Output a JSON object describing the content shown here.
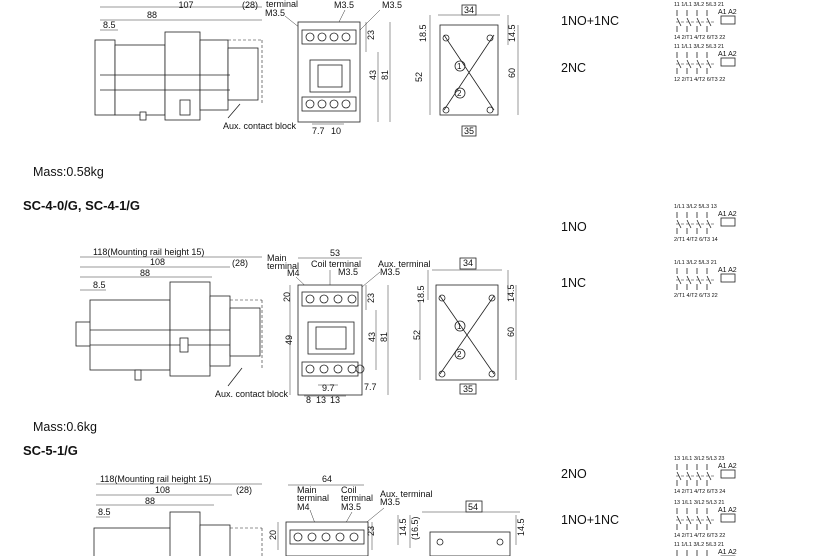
{
  "sections": [
    {
      "heading": "",
      "mass": "Mass:0.58kg",
      "side_dims": {
        "a": "107",
        "b": "88",
        "c": "8.5",
        "d": "(28)"
      },
      "front_labels": {
        "main": "terminal",
        "coil": "M3.5",
        "aux": "M3.5",
        "sub": "M3.5"
      },
      "front_dims": {
        "h1": "23",
        "h2": "43",
        "h3": "81",
        "w1": "7.7",
        "w2": "10"
      },
      "aux_block": "Aux. contact block",
      "mount_dims": {
        "w": "34",
        "h1": "18.5",
        "h2": "14.5",
        "h3": "52",
        "h4": "60",
        "w2": "35"
      },
      "circuits": [
        {
          "label": "1NO+1NC",
          "terminals_top": "11 1/L1 3/L2 5/L3 21",
          "coil": "A1 A2",
          "terminals_bot": "14 2/T1 4/T2 6/T3 22"
        },
        {
          "label": "2NC",
          "terminals_top": "11 1/L1 3/L2 5/L3 21",
          "coil": "A1 A2",
          "terminals_bot": "12 2/T1 4/T2 6/T3 22"
        }
      ]
    },
    {
      "heading": "SC-4-0/G, SC-4-1/G",
      "mass": "Mass:0.6kg",
      "side_dims": {
        "a": "118(Mounting rail height 15)",
        "b": "108",
        "c": "88",
        "d": "8.5",
        "e": "(28)"
      },
      "front_labels": {
        "main1": "Main",
        "main2": "terminal",
        "main3": "M4",
        "coil1": "Coil terminal",
        "coil2": "M3.5",
        "aux1": "Aux. terminal",
        "aux2": "M3.5"
      },
      "front_dims": {
        "top": "53",
        "h20": "20",
        "h23": "23",
        "h49": "49",
        "h43": "43",
        "h81": "81",
        "w97": "9.7",
        "w77": "7.7",
        "w8": "8",
        "w13a": "13",
        "w13b": "13"
      },
      "aux_block": "Aux. contact block",
      "mount_dims": {
        "w": "34",
        "h1": "18.5",
        "h2": "14.5",
        "h3": "52",
        "h4": "60",
        "w2": "35"
      },
      "circuits": [
        {
          "label": "1NO",
          "terminals_top": "1/L1 3/L2 5/L3 13",
          "coil": "A1 A2",
          "terminals_bot": "2/T1 4/T2 6/T3 14"
        },
        {
          "label": "1NC",
          "terminals_top": "1/L1 3/L2 5/L3 21",
          "coil": "A1 A2",
          "terminals_bot": "2/T1 4/T2 6/T3 22"
        }
      ]
    },
    {
      "heading": "SC-5-1/G",
      "side_dims": {
        "a": "118(Mounting rail height 15)",
        "b": "108",
        "c": "88",
        "d": "8.5",
        "e": "(28)"
      },
      "front_labels": {
        "top": "64",
        "main1": "Main",
        "main2": "terminal",
        "main3": "M4",
        "coil1": "Coil",
        "coil2": "terminal",
        "coil3": "M3.5",
        "aux1": "Aux. terminal",
        "aux2": "M3.5"
      },
      "front_dims": {
        "h20": "20",
        "h23": "23"
      },
      "mount_dims": {
        "w": "54",
        "h1": "14.5",
        "h2": "(16.5)",
        "h3": "14.5"
      },
      "circuits": [
        {
          "label": "2NO",
          "terminals_top": "13 1/L1 3/L2 5/L3 23",
          "coil": "A1 A2",
          "terminals_bot": "14 2/T1 4/T2 6/T3 24"
        },
        {
          "label": "1NO+1NC",
          "terminals_top": "13 1/L1 3/L2 5/L3 21",
          "coil": "A1 A2",
          "terminals_bot": "14 2/T1 4/T2 6/T3 22"
        },
        {
          "label": "",
          "terminals_top": "11 1/L1 3/L2 5/L3 21",
          "coil": "A1 A2"
        }
      ]
    }
  ]
}
